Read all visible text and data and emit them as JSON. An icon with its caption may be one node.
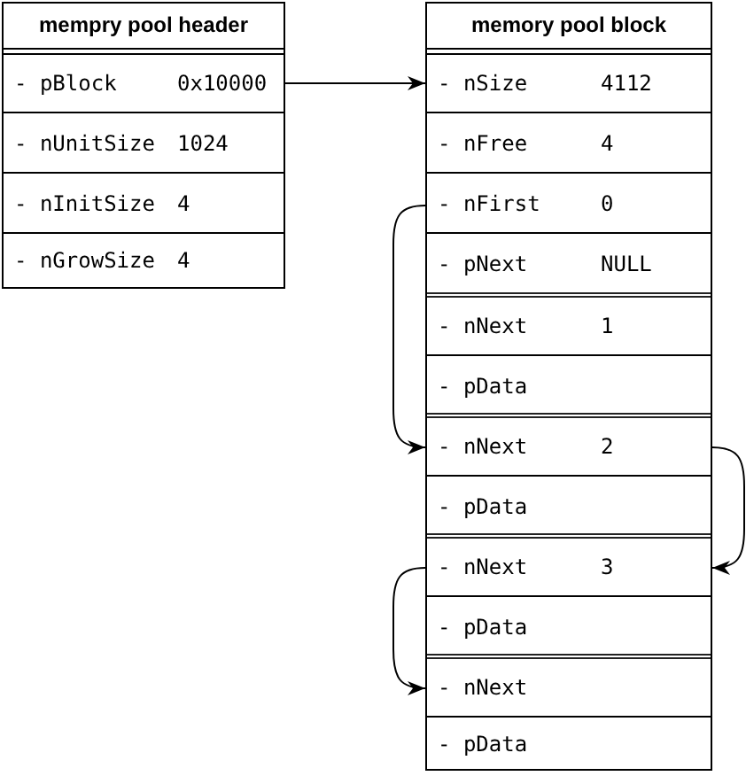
{
  "diagram": {
    "nodes": [
      {
        "text": [
          "mempry pool header"
        ]
      },
      {
        "text": [
          "- pBlock",
          "0x10000"
        ],
        "in": 0
      },
      {
        "text": [
          "- nUnitSize",
          "1024"
        ],
        "in": 0
      },
      {
        "text": [
          "- nInitSize",
          "4"
        ],
        "in": 0
      },
      {
        "text": [
          "- nGrowSize",
          "4"
        ],
        "in": 0
      },
      {
        "text": [
          "memory pool block"
        ]
      },
      {
        "text": [
          "- nSize",
          "4112"
        ],
        "in": 5
      },
      {
        "text": [
          "- nFree",
          "4"
        ],
        "in": 5
      },
      {
        "text": [
          "- nFirst",
          "0"
        ],
        "in": 5
      },
      {
        "text": [
          "- pNext",
          "NULL"
        ],
        "in": 5
      },
      {
        "text": [
          "- nNext",
          "1"
        ],
        "in": 5
      },
      {
        "text": [
          "- pData"
        ],
        "in": 5
      },
      {
        "text": [
          "- nNext",
          "2"
        ],
        "in": 5
      },
      {
        "text": [
          "- pData"
        ],
        "in": 5
      },
      {
        "text": [
          "- nNext",
          "3"
        ],
        "in": 5
      },
      {
        "text": [
          "- pData"
        ],
        "in": 5
      },
      {
        "text": [
          "- nNext"
        ],
        "in": 5
      },
      {
        "text": [
          "- pData"
        ],
        "in": 5
      }
    ],
    "edges": [
      {
        "from": 1,
        "to": 6,
        "arrow": "to"
      },
      {
        "from": 8,
        "to": 12,
        "arrow": "to"
      },
      {
        "from": 12,
        "to": 14,
        "arrow": "to"
      },
      {
        "from": 14,
        "to": 16,
        "arrow": "to"
      }
    ]
  }
}
